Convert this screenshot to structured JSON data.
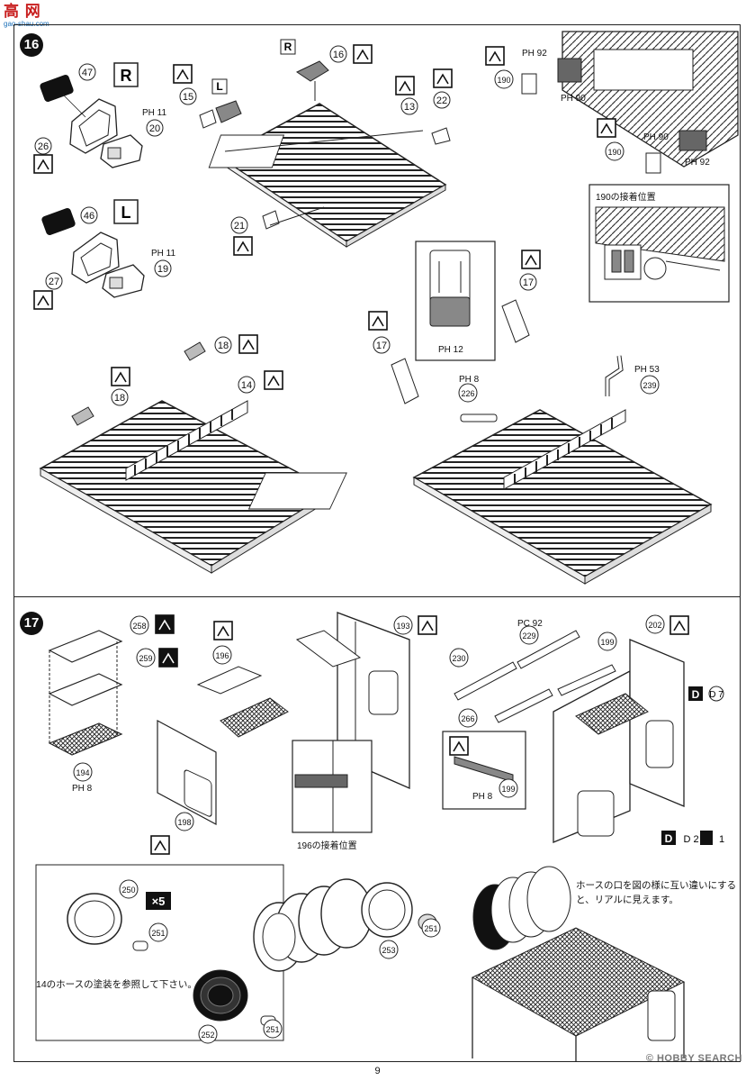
{
  "watermark_top": {
    "logo": "高 网",
    "url": "gao-shau.com"
  },
  "watermark_bottom": "© HOBBY SEARCH",
  "page_number": "9",
  "steps": [
    {
      "number": "16"
    },
    {
      "number": "17"
    }
  ],
  "step16": {
    "parts": [
      "47",
      "20",
      "26",
      "46",
      "19",
      "27",
      "15",
      "16",
      "13",
      "22",
      "21",
      "18",
      "18",
      "14",
      "17",
      "17",
      "226",
      "239",
      "190",
      "190"
    ],
    "side_labels": [
      "R",
      "L",
      "L",
      "R"
    ],
    "paint_refs": [
      "PH 11",
      "PH 11",
      "PH 92",
      "PH 90",
      "PH 90",
      "PH 92",
      "PH 12",
      "PH 8",
      "PH 53"
    ],
    "inset_caption": "190の接着位置"
  },
  "step17": {
    "parts": [
      "258",
      "259",
      "194",
      "196",
      "193",
      "198",
      "230",
      "229",
      "199",
      "202",
      "266",
      "199",
      "250",
      "251",
      "253",
      "251",
      "252",
      "251"
    ],
    "paint_refs": [
      "PH 8",
      "PC 92",
      "PH 8"
    ],
    "decal_refs": [
      "D 7",
      "D 2",
      "1"
    ],
    "multiplier": "×5",
    "inset_caption": "196の接着位置",
    "note_hose_paint": "14のホースの塗装を参照して下さい。",
    "note_hose_realism": "ホースの口を図の様に互い違いにすると、リアルに見えます。"
  }
}
